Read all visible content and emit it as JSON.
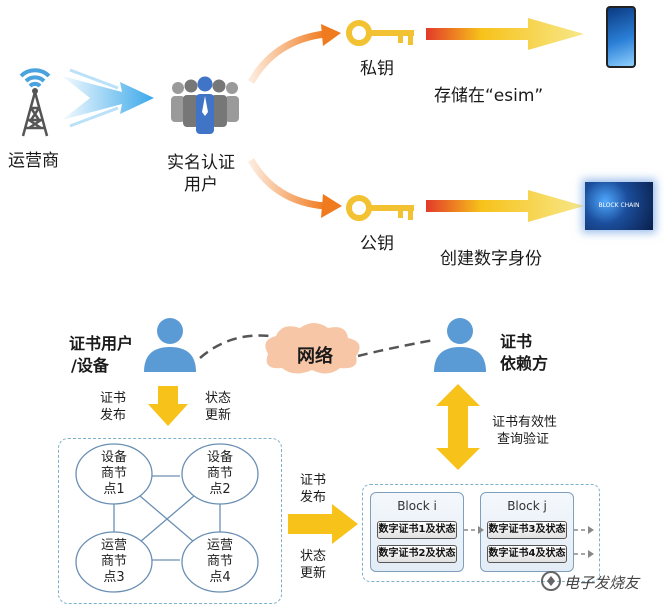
{
  "top": {
    "operator_label": "运营商",
    "user_label_line1": "实名认证",
    "user_label_line2": "用户",
    "private_key_label": "私钥",
    "public_key_label": "公钥",
    "store_label": "存储在“esim”",
    "identity_label": "创建数字身份",
    "chain_badge_text": "BLOCK CHAIN"
  },
  "bottom": {
    "cert_user_line1": "证书用户",
    "cert_user_line2": "/设备",
    "relying_line1": "证书",
    "relying_line2": "依赖方",
    "network_label": "网络",
    "issue_line1": "证书",
    "issue_line2": "发布",
    "status_line1": "状态",
    "status_line2": "更新",
    "verify_line1": "证书有效性",
    "verify_line2": "查询验证",
    "mid_issue_line1": "证书",
    "mid_issue_line2": "发布",
    "mid_status_line1": "状态",
    "mid_status_line2": "更新",
    "nodes": [
      {
        "line1": "设备",
        "line2": "商节",
        "line3": "点1"
      },
      {
        "line1": "设备",
        "line2": "商节",
        "line3": "点2"
      },
      {
        "line1": "运营",
        "line2": "商节",
        "line3": "点3"
      },
      {
        "line1": "运营",
        "line2": "商节",
        "line3": "点4"
      }
    ],
    "blocks": [
      {
        "title": "Block i",
        "cert1": "数字证书1及状态",
        "cert2": "数字证书2及状态"
      },
      {
        "title": "Block j",
        "cert1": "数字证书3及状态",
        "cert2": "数字证书4及状态"
      }
    ],
    "watermark": "电子发烧友"
  },
  "colors": {
    "blue_arrow": "#3aa8ea",
    "orange_arrow": "#f07a1e",
    "key_gold": "#f2c232",
    "yellow_arrow": "#f7c21a",
    "person_blue": "#5b9bd5",
    "cloud": "#f6c6a6",
    "dashed_border": "#7fb0c8"
  }
}
